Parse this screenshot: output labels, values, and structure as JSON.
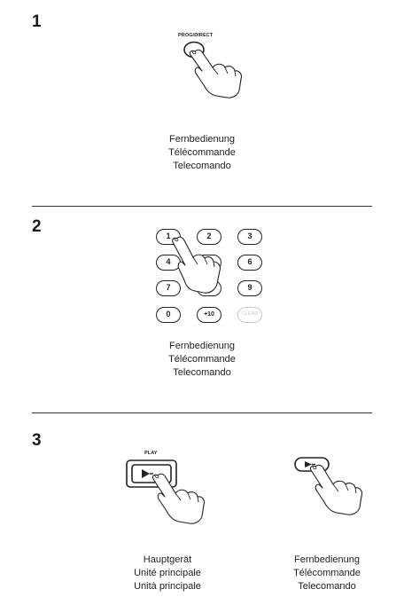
{
  "steps": [
    {
      "number": "1",
      "button_label": "PROG/DIRECT",
      "caption": [
        "Fernbedienung",
        "Télécommande",
        "Telecomando"
      ]
    },
    {
      "number": "2",
      "keypad": [
        "1",
        "2",
        "3",
        "4",
        "5",
        "6",
        "7",
        "8",
        "9",
        "0",
        "+10",
        "CLEAR"
      ],
      "caption": [
        "Fernbedienung",
        "Télécommande",
        "Telecomando"
      ]
    },
    {
      "number": "3",
      "main_unit": {
        "button_label": "PLAY",
        "caption": [
          "Hauptgerät",
          "Unité principale",
          "Unità principale"
        ]
      },
      "remote": {
        "caption": [
          "Fernbedienung",
          "Télécommande",
          "Telecomando"
        ]
      }
    }
  ]
}
